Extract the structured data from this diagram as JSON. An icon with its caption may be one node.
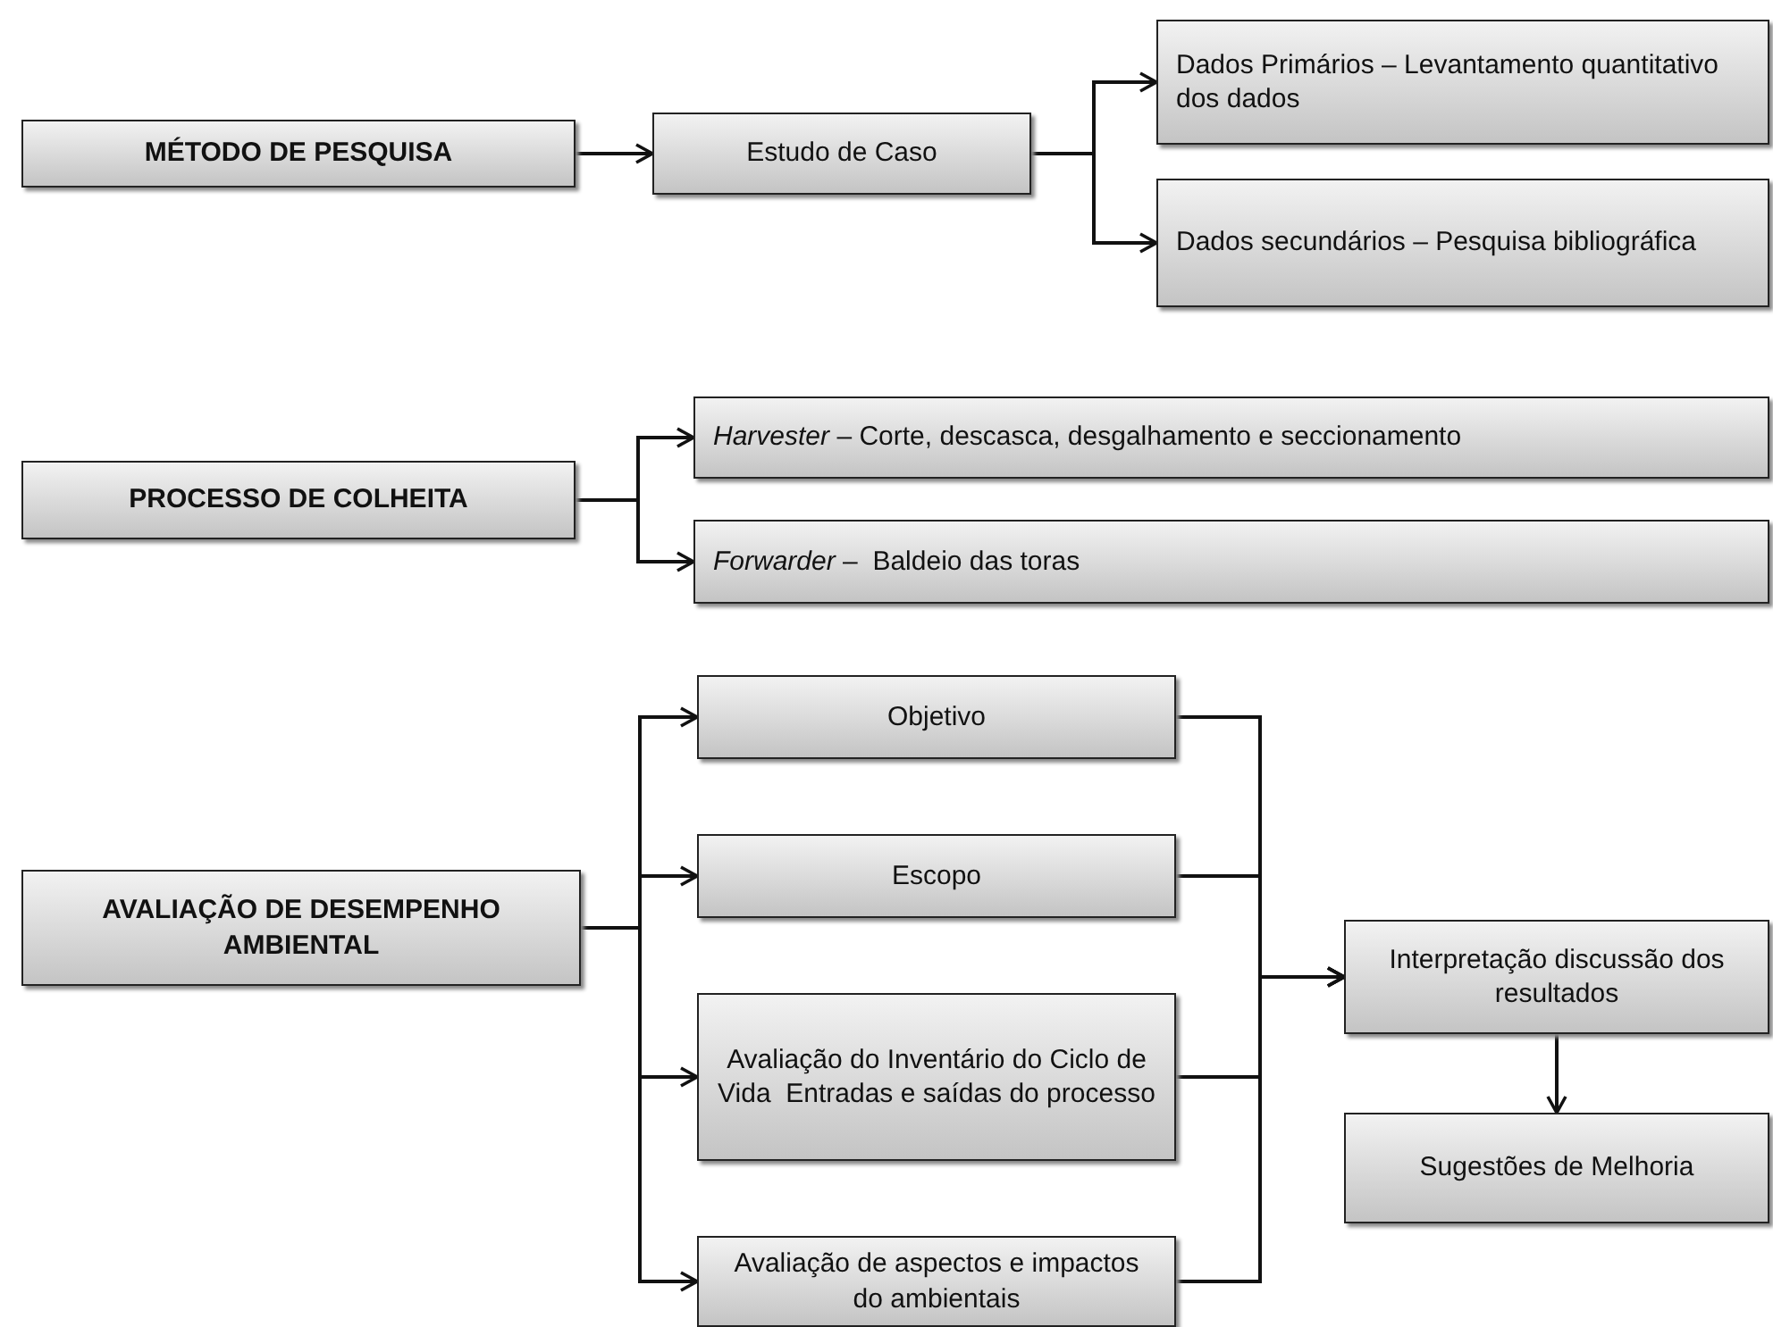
{
  "diagram": {
    "nodes": [
      {
        "text": [
          "MÉTODO DE PESQUISA"
        ]
      },
      {
        "text": [
          "Estudo de Caso"
        ]
      },
      {
        "text": [
          "Dados Primários – Levantamento quantitativo dos dados"
        ]
      },
      {
        "text": [
          "Dados secundários – Pesquisa bibliográfica"
        ]
      },
      {
        "text": [
          "PROCESSO DE COLHEITA"
        ]
      },
      {
        "text": [
          "*Harvester* – Corte, descasca, desgalhamento e seccionamento"
        ]
      },
      {
        "text": [
          "*Forwarder* –  Baldeio das toras"
        ]
      },
      {
        "text": [
          "AVALIAÇÃO DE DESEMPENHO AMBIENTAL"
        ]
      },
      {
        "text": [
          "Objetivo"
        ]
      },
      {
        "text": [
          "Escopo"
        ]
      },
      {
        "text": [
          "Avaliação do Inventário do Ciclo de Vida  Entradas e saídas do processo"
        ]
      },
      {
        "text": [
          "Avaliação de aspectos e impactos do ambientais"
        ]
      },
      {
        "text": [
          "Interpretação discussão dos resultados"
        ]
      },
      {
        "text": [
          "Sugestões de Melhoria"
        ]
      }
    ],
    "edges": [
      {
        "from": 0,
        "to": 1,
        "arrow": "to"
      },
      {
        "from": 1,
        "to": 2,
        "arrow": "to"
      },
      {
        "from": 1,
        "to": 3,
        "arrow": "to"
      },
      {
        "from": 4,
        "to": 5,
        "arrow": "to"
      },
      {
        "from": 4,
        "to": 6,
        "arrow": "to"
      },
      {
        "from": 7,
        "to": 8,
        "arrow": "to"
      },
      {
        "from": 7,
        "to": 9,
        "arrow": "to"
      },
      {
        "from": 7,
        "to": 10,
        "arrow": "to"
      },
      {
        "from": 7,
        "to": 11,
        "arrow": "to"
      },
      {
        "from": 8,
        "to": 12,
        "arrow": "to"
      },
      {
        "from": 9,
        "to": 12,
        "arrow": "to"
      },
      {
        "from": 10,
        "to": 12,
        "arrow": "to"
      },
      {
        "from": 11,
        "to": 12,
        "arrow": "to"
      },
      {
        "from": 12,
        "to": 13,
        "arrow": "to"
      }
    ]
  }
}
